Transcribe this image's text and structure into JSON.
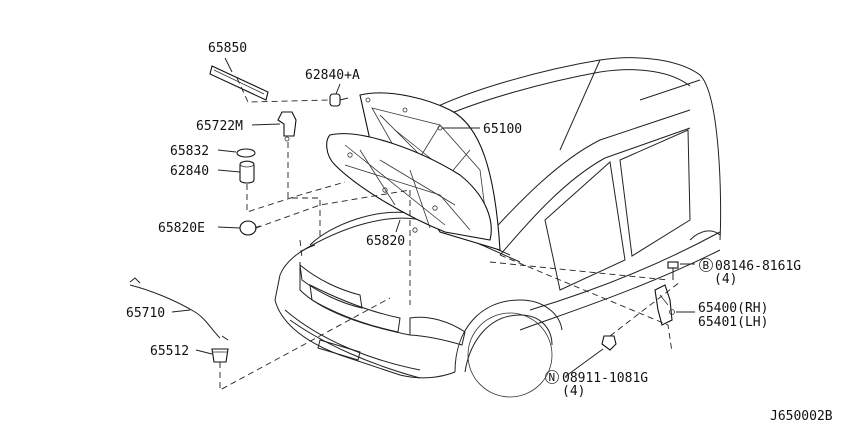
{
  "diagram_id": "J650002B",
  "parts": {
    "p65850": "65850",
    "p62840a": "62840+A",
    "p65722m": "65722M",
    "p65100": "65100",
    "p65832": "65832",
    "p62840": "62840",
    "p65820e": "65820E",
    "p65820": "65820",
    "p65710": "65710",
    "p65512": "65512",
    "p08146": "08146-8161G",
    "p08146_qty": "(4)",
    "p08146_prefix": "B",
    "p65400": "65400(RH)",
    "p65401": "65401(LH)",
    "p08911": "08911-1081G",
    "p08911_qty": "(4)",
    "p08911_prefix": "N"
  }
}
